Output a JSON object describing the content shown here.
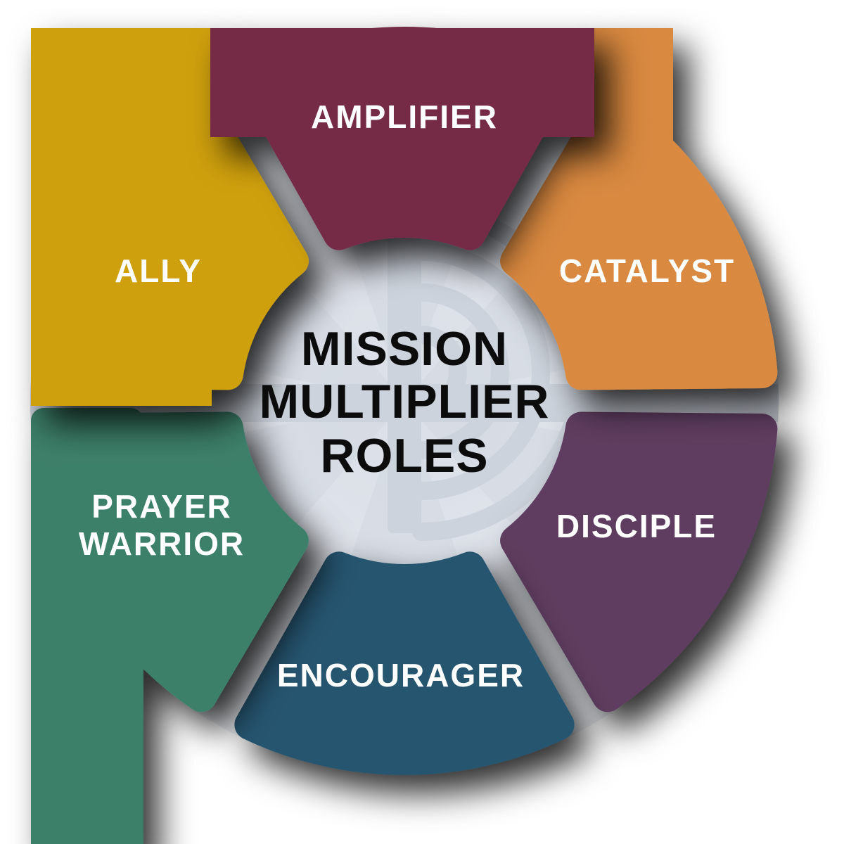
{
  "diagram": {
    "title_lines": [
      "MISSION",
      "MULTIPLIER",
      "ROLES"
    ],
    "title_color": "#0c0c0c",
    "label_color": "#ffffff",
    "background_color": "#ffffff",
    "shadow_color": "#000000",
    "center_fill": "#d8dde5",
    "center_rim": "#eef1f5",
    "watermark_color": "#cdd3dc",
    "watermark_icon": "concentric-arcs-d-logo",
    "wedges": [
      {
        "id": "amplifier",
        "label": "AMPLIFIER",
        "color": "#752b45",
        "angle": 0
      },
      {
        "id": "catalyst",
        "label": "CATALYST",
        "color": "#d98940",
        "angle": 60
      },
      {
        "id": "disciple",
        "label": "DISCIPLE",
        "color": "#5e3c60",
        "angle": 120
      },
      {
        "id": "encourager",
        "label": "ENCOURAGER",
        "color": "#255470",
        "angle": 180
      },
      {
        "id": "prayer-warrior",
        "label": "PRAYER WARRIOR",
        "lines": [
          "PRAYER",
          "WARRIOR"
        ],
        "color": "#3e8069",
        "angle": 240
      },
      {
        "id": "ally",
        "label": "ALLY",
        "color": "#cfa00f",
        "angle": 300
      }
    ]
  }
}
